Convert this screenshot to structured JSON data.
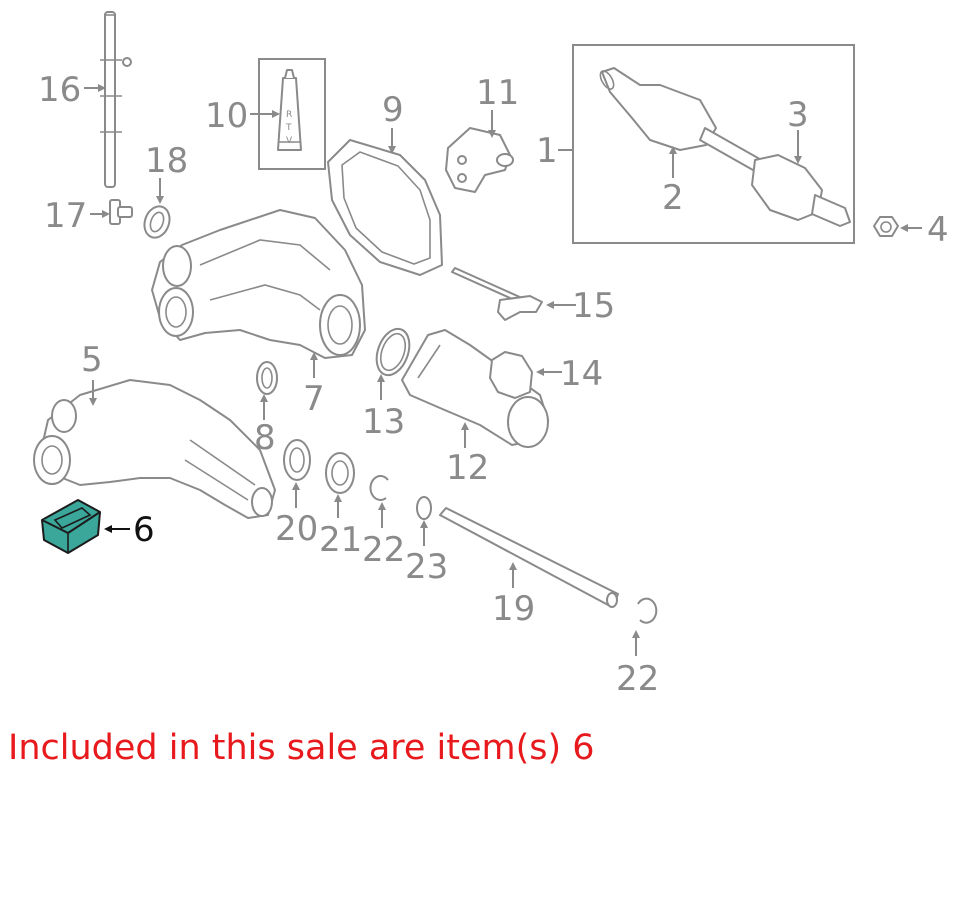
{
  "callouts": {
    "c1": "1",
    "c2": "2",
    "c3": "3",
    "c4": "4",
    "c5": "5",
    "c6": "6",
    "c7": "7",
    "c8": "8",
    "c9": "9",
    "c10": "10",
    "c11": "11",
    "c12": "12",
    "c13": "13",
    "c14": "14",
    "c15": "15",
    "c16": "16",
    "c17": "17",
    "c18": "18",
    "c19": "19",
    "c20": "20",
    "c21": "21",
    "c22a": "22",
    "c22b": "22",
    "c23": "23"
  },
  "tube_label": [
    "R",
    "T",
    "V"
  ],
  "caption": "Included in this sale are item(s) 6",
  "colors": {
    "line": "#8a8a8a",
    "highlight_part": "#3aa79a",
    "highlight_label": "#111111",
    "caption": "#e8191c"
  },
  "highlighted_item": "6"
}
